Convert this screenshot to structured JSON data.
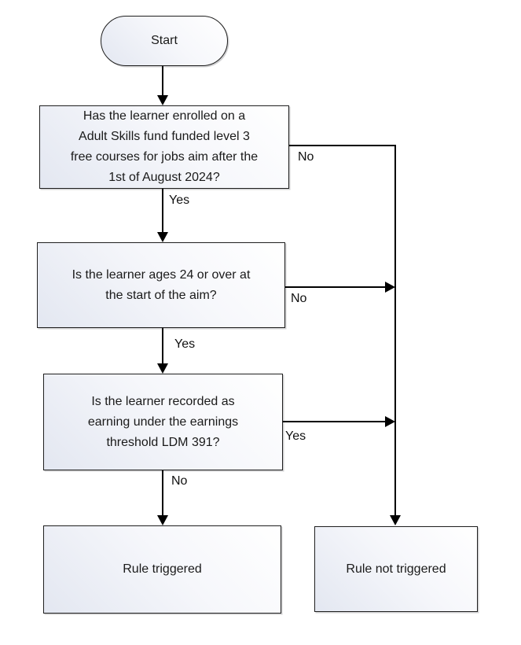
{
  "diagram": {
    "type": "flowchart",
    "nodes": {
      "start": {
        "label": "Start",
        "shape": "terminator"
      },
      "q1": {
        "text": "Has the learner enrolled on a\nAdult Skills fund funded level 3\nfree courses for jobs aim after the\n1st of August 2024?",
        "shape": "process"
      },
      "q2": {
        "text": "Is the learner ages 24 or over at\nthe start of the aim?",
        "shape": "process"
      },
      "q3": {
        "text": "Is the learner recorded as\nearning under the earnings\nthreshold LDM 391?",
        "shape": "process"
      },
      "rule_triggered": {
        "text": "Rule triggered",
        "shape": "process"
      },
      "rule_not_triggered": {
        "text": "Rule not triggered",
        "shape": "process"
      }
    },
    "edges": [
      {
        "id": "start_to_q1",
        "from": "start",
        "to": "q1",
        "label": ""
      },
      {
        "id": "q1_yes",
        "from": "q1",
        "to": "q2",
        "label": "Yes"
      },
      {
        "id": "q1_no",
        "from": "q1",
        "to": "rule_not_triggered",
        "label": "No"
      },
      {
        "id": "q2_yes",
        "from": "q2",
        "to": "q3",
        "label": "Yes"
      },
      {
        "id": "q2_no",
        "from": "q2",
        "to": "rule_not_triggered",
        "label": "No"
      },
      {
        "id": "q3_yes",
        "from": "q3",
        "to": "rule_not_triggered",
        "label": "Yes"
      },
      {
        "id": "q3_no",
        "from": "q3",
        "to": "rule_triggered",
        "label": "No"
      }
    ],
    "colors": {
      "node_fill_start": "#e3e7f1",
      "node_fill_end": "#ffffff",
      "node_border": "#1f1f1f",
      "connector": "#000000",
      "text": "#1a1a1a",
      "background": "#ffffff"
    }
  }
}
